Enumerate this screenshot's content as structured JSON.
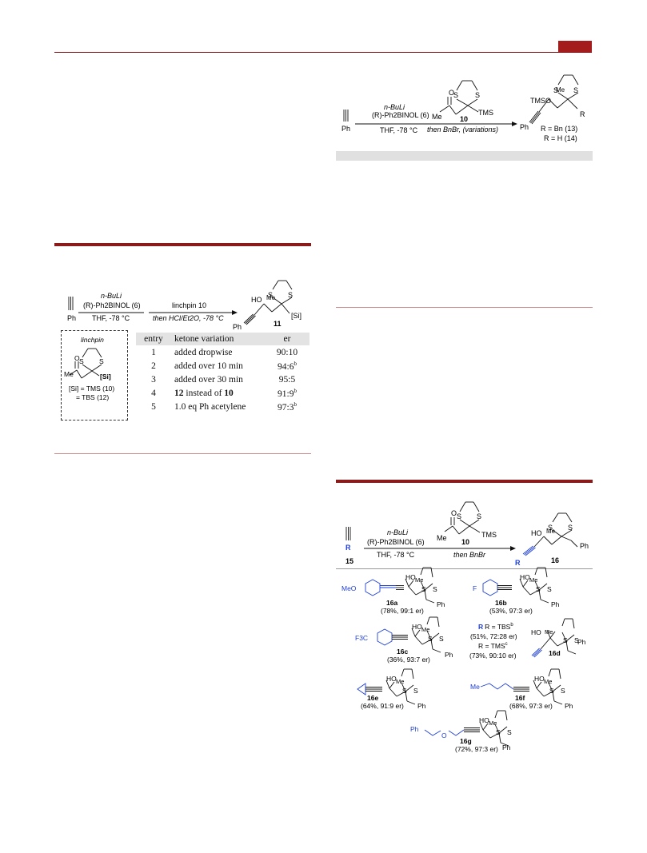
{
  "scheme_right_top": {
    "reagents_line1": "n-BuLi",
    "reagents_line2": "(R)-Ph2BINOL (6)",
    "reagents_line3": "THF, -78 °C",
    "linchpin_label": "10",
    "linchpin_me": "Me",
    "linchpin_o": "O",
    "linchpin_tms": "TMS",
    "then_line": "then BnBr, (variations)",
    "start_label": "Ph",
    "product_tmso": "TMSO",
    "product_me": "Me",
    "product_ph": "Ph",
    "product_r": "R",
    "s": "S",
    "result_line1": "R = Bn (13)",
    "result_line2": "R = H (14)"
  },
  "scheme_left": {
    "reagents_line1": "n-BuLi",
    "reagents_line2": "(R)-Ph2BINOL (6)",
    "reagents_line3": "THF, -78 °C",
    "second_line1": "linchpin 10",
    "second_line2": "then HCl/Et2O, -78 °C",
    "start_label": "Ph",
    "product_ho": "HO",
    "product_me": "Me",
    "product_si": "[Si]",
    "product_ph": "Ph",
    "product_label": "11",
    "s": "S",
    "linchpin_title": "linchpin",
    "linchpin_o": "O",
    "linchpin_me": "Me",
    "linchpin_si": "[Si]",
    "linchpin_def1": "[Si] = TMS (10)",
    "linchpin_def2": "= TBS (12)"
  },
  "table": {
    "headers": [
      "entry",
      "ketone variation",
      "er"
    ],
    "rows": [
      {
        "entry": "1",
        "variation": "added dropwise",
        "er": "90:10",
        "note": ""
      },
      {
        "entry": "2",
        "variation": "added over 10 min",
        "er": "94:6",
        "note": "b"
      },
      {
        "entry": "3",
        "variation": "added over 30 min",
        "er": "95:5",
        "note": ""
      },
      {
        "entry": "4",
        "variation_bold_1": "12",
        "variation_mid": " instead of ",
        "variation_bold_2": "10",
        "er": "91:9",
        "note": "b"
      },
      {
        "entry": "5",
        "variation": "1.0 eq Ph acetylene",
        "er": "97:3",
        "note": "b"
      }
    ]
  },
  "scheme_scope": {
    "start_r": "R",
    "start_label": "15",
    "reagents_line1": "n-BuLi",
    "reagents_line2": "(R)-Ph2BINOL (6)",
    "reagents_line3": "THF, -78 °C",
    "linchpin_label": "10",
    "linchpin_me": "Me",
    "linchpin_o": "O",
    "linchpin_tms": "TMS",
    "then_line": "then BnBr",
    "product_ho": "HO",
    "product_me": "Me",
    "product_r": "R",
    "product_ph": "Ph",
    "product_label": "16",
    "s": "S",
    "substituents": {
      "a": "MeO",
      "b": "F",
      "c": "F3C",
      "f": "Me",
      "g_ph": "Ph",
      "g_o": "O"
    },
    "compounds": [
      {
        "id": "16a",
        "yield": "(78%, 99:1 er)"
      },
      {
        "id": "16b",
        "yield": "(53%, 97:3 er)"
      },
      {
        "id": "16c",
        "yield": "(36%, 93:7 er)"
      },
      {
        "id": "16d",
        "r_tbs": "R = TBS",
        "r_tbs_note": "b",
        "tbs_yield": "(51%, 72:28 er)",
        "r_tms": "R = TMS",
        "r_tms_note": "c",
        "tms_yield": "(73%, 90:10 er)"
      },
      {
        "id": "16e",
        "yield": "(64%, 91:9 er)"
      },
      {
        "id": "16f",
        "yield": "(68%, 97:3 er)"
      },
      {
        "id": "16g",
        "yield": "(72%, 97:3 er)"
      }
    ]
  },
  "colors": {
    "accent": "#8b1a1a",
    "blue": "#1f3fd6",
    "table_header": "#e3e3e3"
  }
}
